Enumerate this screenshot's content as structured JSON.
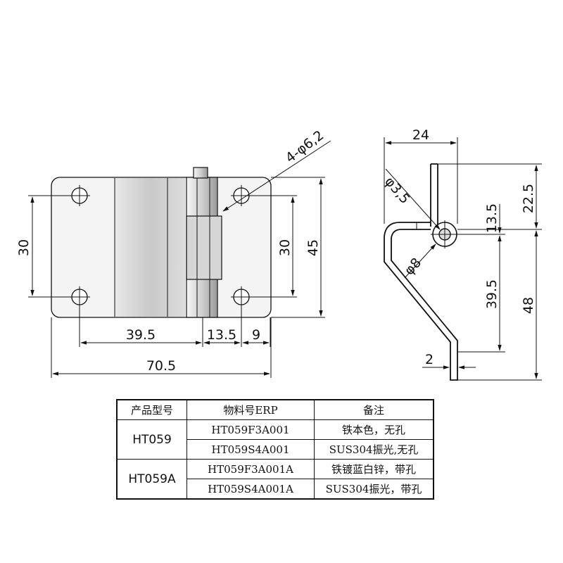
{
  "front_view": {
    "hole_callout": "4-φ6,2",
    "dim_height_left": "30",
    "dim_height_right_inner": "30",
    "dim_height_total": "45",
    "dim_39_5": "39.5",
    "dim_13_5": "13.5",
    "dim_9": "9",
    "dim_width_total": "70.5"
  },
  "side_view": {
    "dim_24": "24",
    "dim_phi_3_5": "φ3,5",
    "dim_phi_8": "φ8",
    "dim_13_5": "13.5",
    "dim_22_5": "22.5",
    "dim_39_5": "39.5",
    "dim_48": "48",
    "dim_2": "2"
  },
  "table": {
    "headers": [
      "产品型号",
      "物料号ERP",
      "备注"
    ],
    "groups": [
      {
        "model": "HT059",
        "rows": [
          {
            "erp": "HT059F3A001",
            "note": "铁本色，无孔"
          },
          {
            "erp": "HT059S4A001",
            "note": "SUS304振光,无孔"
          }
        ]
      },
      {
        "model": "HT059A",
        "rows": [
          {
            "erp": "HT059F3A001A",
            "note": "铁镀蓝白锌，带孔"
          },
          {
            "erp": "HT059S4A001A",
            "note": "SUS304振光，带孔"
          }
        ]
      }
    ]
  }
}
